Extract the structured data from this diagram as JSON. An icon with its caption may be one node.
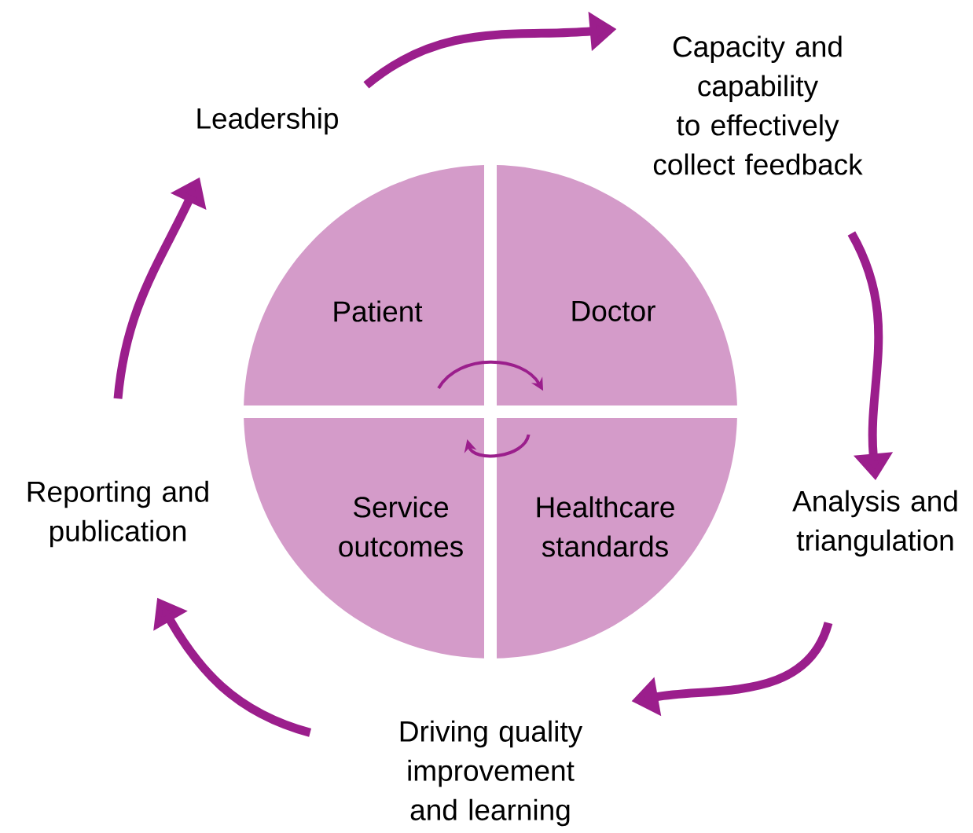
{
  "diagram": {
    "nodes": [
      {
        "text": [
          "Capacity and capability to effectively collect feedback"
        ]
      },
      {
        "text": [
          "Leadership"
        ]
      },
      {
        "text": [
          "Patient"
        ]
      },
      {
        "text": [
          "Doctor"
        ]
      },
      {
        "text": [
          "Reporting and publication"
        ]
      },
      {
        "text": [
          "Service outcomes"
        ]
      },
      {
        "text": [
          "Healthcare standards"
        ]
      },
      {
        "text": [
          "Analysis and triangulation"
        ]
      },
      {
        "text": [
          "Driving quality improvement and learning"
        ]
      }
    ],
    "edges": [
      {
        "from": 1,
        "to": 0,
        "arrow": "to"
      },
      {
        "from": 0,
        "to": 7,
        "arrow": "to"
      },
      {
        "from": 7,
        "to": 8,
        "arrow": "to"
      },
      {
        "from": 8,
        "to": 4,
        "arrow": "to"
      },
      {
        "from": 4,
        "to": 1,
        "arrow": "to"
      },
      {
        "from": 2,
        "to": 3,
        "arrow": "to"
      },
      {
        "from": 6,
        "to": 5,
        "arrow": "to"
      }
    ]
  }
}
